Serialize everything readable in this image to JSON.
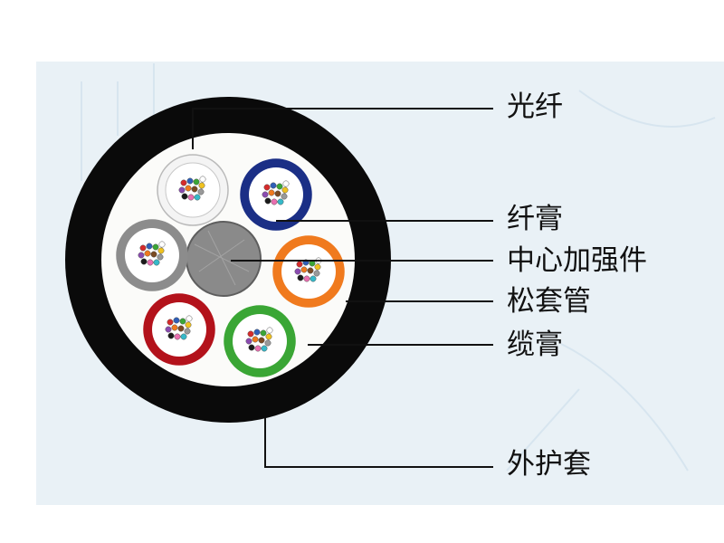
{
  "labels": {
    "optical_fiber": "光纤",
    "fiber_gel": "纤膏",
    "central_strength_member": "中心加强件",
    "loose_tube": "松套管",
    "cable_gel": "缆膏",
    "outer_sheath": "外护套"
  },
  "colors": {
    "background_panel": "#e9f1f6",
    "sheath": "#0a0a0a",
    "cable_gel_fill": "#fbfbf9",
    "central_member": "#8a8a8a",
    "callout_line": "#111111",
    "tube_white": "#f4f4f4",
    "tube_blue": "#1b2f86",
    "tube_grey": "#8c8c8c",
    "tube_orange": "#f07a1e",
    "tube_red": "#b3121b",
    "tube_green": "#3aa635",
    "fiber_colors": [
      "#d62b2b",
      "#2f5fb8",
      "#3aa635",
      "#f0c21f",
      "#8a4bb0",
      "#f07a1e",
      "#7a4a22",
      "#999999",
      "#1a1a1a",
      "#e96fb0",
      "#35b9c9",
      "#ffffff"
    ]
  },
  "loose_tubes": [
    {
      "name": "tube-white",
      "color": "#f4f4f4"
    },
    {
      "name": "tube-blue",
      "color": "#1b2f86"
    },
    {
      "name": "tube-grey",
      "color": "#8c8c8c"
    },
    {
      "name": "tube-orange",
      "color": "#f07a1e"
    },
    {
      "name": "tube-red",
      "color": "#b3121b"
    },
    {
      "name": "tube-green",
      "color": "#3aa635"
    }
  ]
}
